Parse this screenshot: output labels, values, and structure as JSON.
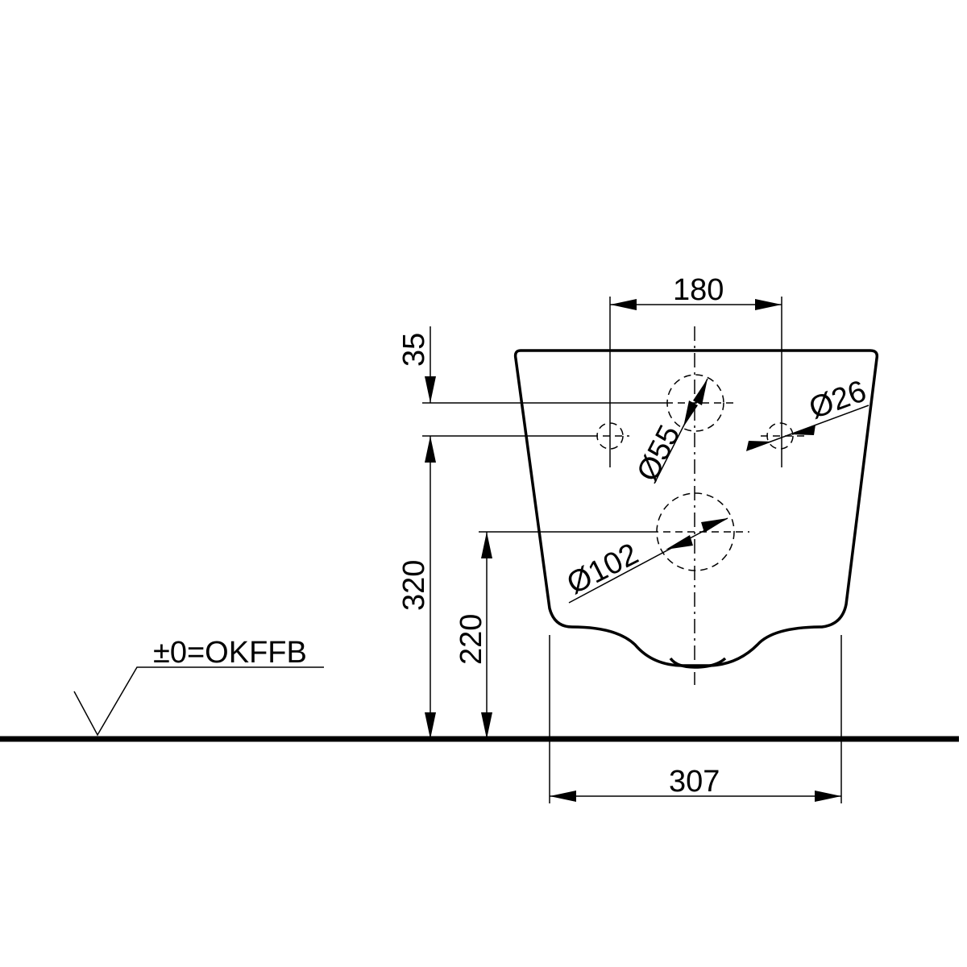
{
  "drawing": {
    "type": "technical-dimension-drawing",
    "floor_label": "±0=OKFFB",
    "dimensions": {
      "width_top_spacing": "180",
      "top_offset": "35",
      "height_inlet": "320",
      "height_outlet": "220",
      "width_bottom": "307",
      "dia_inlet": "Ø55",
      "dia_fixing": "Ø26",
      "dia_outlet": "Ø102"
    }
  }
}
